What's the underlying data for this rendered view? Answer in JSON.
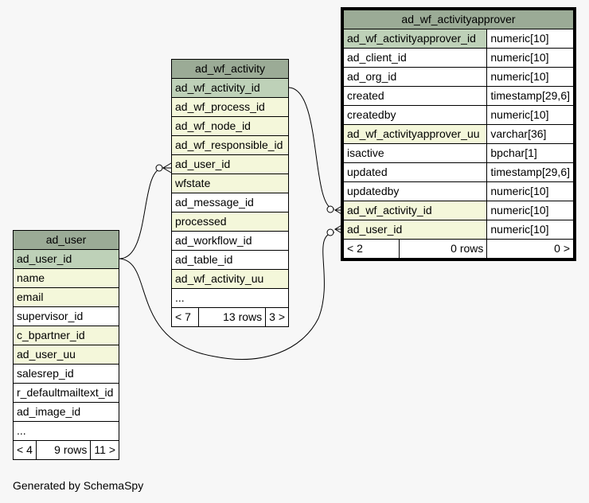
{
  "footer": "Generated by SchemaSpy",
  "tables": {
    "ad_user": {
      "name": "ad_user",
      "columns": [
        "ad_user_id",
        "name",
        "email",
        "supervisor_id",
        "c_bpartner_id",
        "ad_user_uu",
        "salesrep_id",
        "r_defaultmailtext_id",
        "ad_image_id",
        "..."
      ],
      "footer": {
        "left": "< 4",
        "mid": "9 rows",
        "right": "11 >"
      }
    },
    "ad_wf_activity": {
      "name": "ad_wf_activity",
      "columns": [
        "ad_wf_activity_id",
        "ad_wf_process_id",
        "ad_wf_node_id",
        "ad_wf_responsible_id",
        "ad_user_id",
        "wfstate",
        "ad_message_id",
        "processed",
        "ad_workflow_id",
        "ad_table_id",
        "ad_wf_activity_uu",
        "..."
      ],
      "footer": {
        "left": "< 7",
        "mid": "13 rows",
        "right": "3 >"
      }
    },
    "ad_wf_activityapprover": {
      "name": "ad_wf_activityapprover",
      "columns": [
        {
          "name": "ad_wf_activityapprover_id",
          "type": "numeric[10]"
        },
        {
          "name": "ad_client_id",
          "type": "numeric[10]"
        },
        {
          "name": "ad_org_id",
          "type": "numeric[10]"
        },
        {
          "name": "created",
          "type": "timestamp[29,6]"
        },
        {
          "name": "createdby",
          "type": "numeric[10]"
        },
        {
          "name": "ad_wf_activityapprover_uu",
          "type": "varchar[36]"
        },
        {
          "name": "isactive",
          "type": "bpchar[1]"
        },
        {
          "name": "updated",
          "type": "timestamp[29,6]"
        },
        {
          "name": "updatedby",
          "type": "numeric[10]"
        },
        {
          "name": "ad_wf_activity_id",
          "type": "numeric[10]"
        },
        {
          "name": "ad_user_id",
          "type": "numeric[10]"
        }
      ],
      "footer": {
        "left": "< 2",
        "mid": "0 rows",
        "right": "0 >"
      }
    }
  }
}
